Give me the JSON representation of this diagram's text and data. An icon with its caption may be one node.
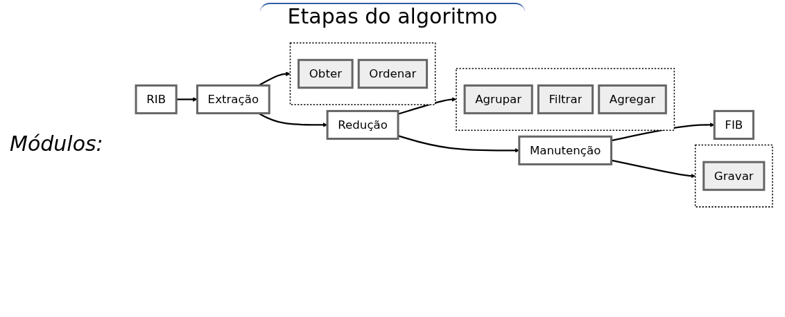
{
  "diagram": {
    "nodes": [
      {
        "text": [
          "RIB"
        ]
      },
      {
        "text": [
          "Extração"
        ]
      },
      {
        "text": [
          "Redução"
        ]
      },
      {
        "text": [
          "Manutenção"
        ]
      },
      {
        "text": [
          "FIB"
        ]
      },
      {
        "text": [],
        "shape": "box"
      },
      {
        "text": [
          "Obter"
        ],
        "in": 5
      },
      {
        "text": [
          "Ordenar"
        ],
        "in": 5
      },
      {
        "text": [],
        "shape": "box"
      },
      {
        "text": [
          "Agrupar"
        ],
        "in": 8
      },
      {
        "text": [
          "Filtrar"
        ],
        "in": 8
      },
      {
        "text": [
          "Agregar"
        ],
        "in": 8
      },
      {
        "text": [],
        "shape": "box"
      },
      {
        "text": [
          "Gravar"
        ],
        "in": 12
      }
    ],
    "edges": [
      {
        "from": 0,
        "to": 1,
        "arrow": "to"
      },
      {
        "from": 1,
        "to": 2,
        "arrow": "to"
      },
      {
        "from": 2,
        "to": 3,
        "arrow": "to"
      },
      {
        "from": 3,
        "to": 4,
        "arrow": "to"
      },
      {
        "from": 1,
        "to": 5,
        "arrow": "to"
      },
      {
        "from": 2,
        "to": 8,
        "arrow": "to"
      },
      {
        "from": 3,
        "to": 12,
        "arrow": "to"
      }
    ],
    "labels": [
      "Etapas do algoritmo",
      "Módulos:"
    ]
  }
}
